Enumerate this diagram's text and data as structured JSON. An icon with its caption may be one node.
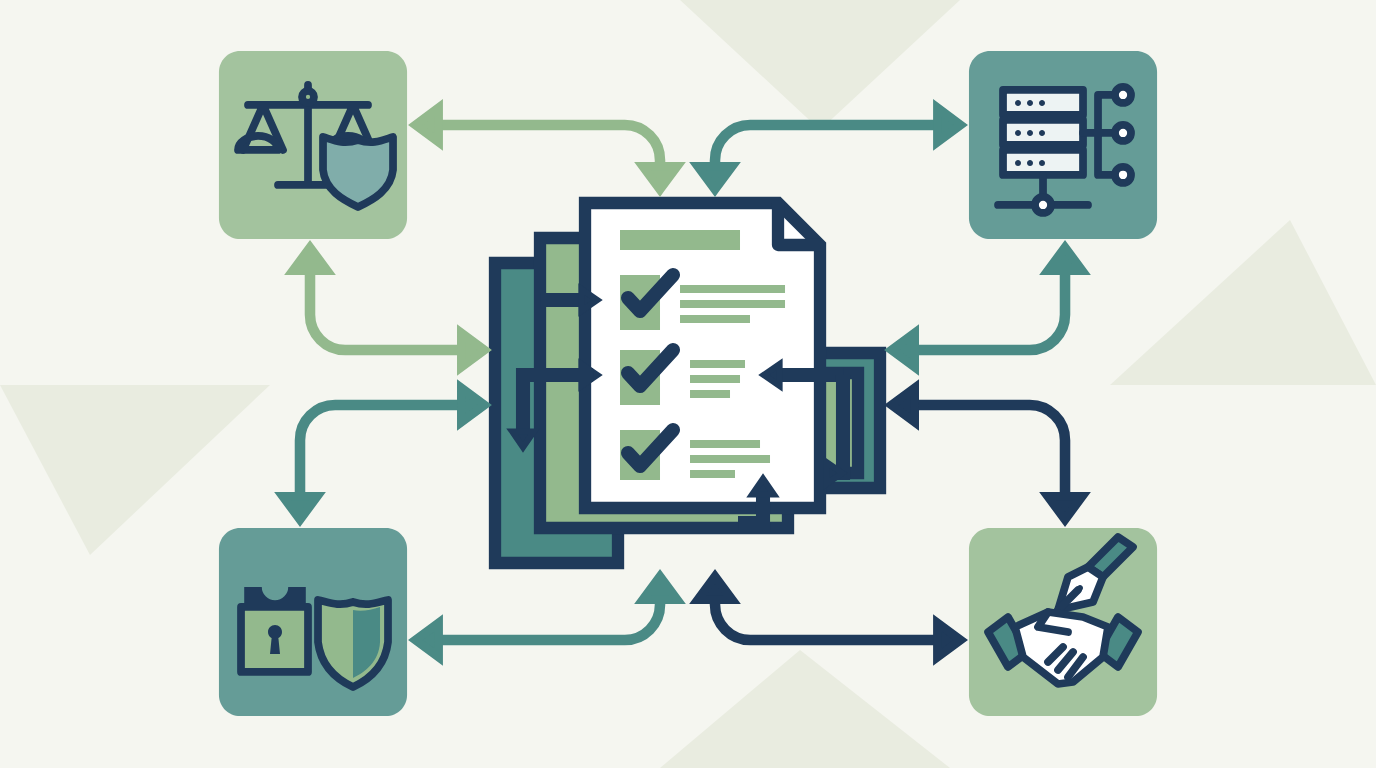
{
  "diagram": {
    "nodes": [
      {
        "text": [],
        "shape": "picture"
      },
      {
        "text": [],
        "shape": "picture"
      },
      {
        "text": [],
        "shape": "picture"
      },
      {
        "text": [],
        "shape": "picture"
      },
      {
        "text": [],
        "shape": "picture"
      }
    ],
    "edges": [
      {
        "from": 0,
        "to": 2,
        "arrow": "both",
        "color": "#93b98d"
      },
      {
        "from": 0,
        "to": 2,
        "arrow": "both",
        "color": "#93b98d"
      },
      {
        "from": 1,
        "to": 2,
        "arrow": "both"
      },
      {
        "from": 1,
        "to": 2,
        "arrow": "both"
      },
      {
        "from": 3,
        "to": 2,
        "arrow": "both"
      },
      {
        "from": 3,
        "to": 2,
        "arrow": "both"
      },
      {
        "from": 4,
        "to": 2,
        "arrow": "both",
        "color": "#1f3a5a"
      },
      {
        "from": 4,
        "to": 2,
        "arrow": "both",
        "color": "#1f3a5a"
      }
    ]
  }
}
